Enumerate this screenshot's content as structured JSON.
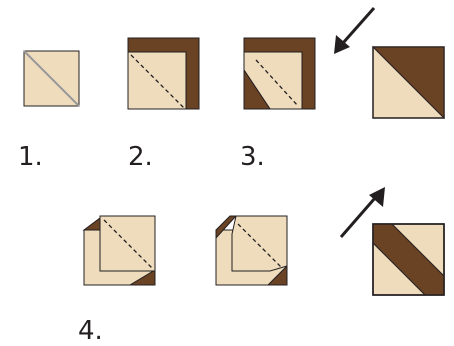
{
  "colors": {
    "light_fabric": "#eedcbd",
    "dark_fabric": "#6a4224",
    "outline": "#231f20",
    "stitch_line_step1": "#9a9a9a",
    "background": "#ffffff"
  },
  "steps": [
    {
      "label": "1."
    },
    {
      "label": "2."
    },
    {
      "label": "3."
    },
    {
      "label": "4."
    }
  ],
  "icons": {
    "arrow_upper": "arrow-down-left-icon",
    "arrow_lower": "arrow-up-right-icon"
  }
}
